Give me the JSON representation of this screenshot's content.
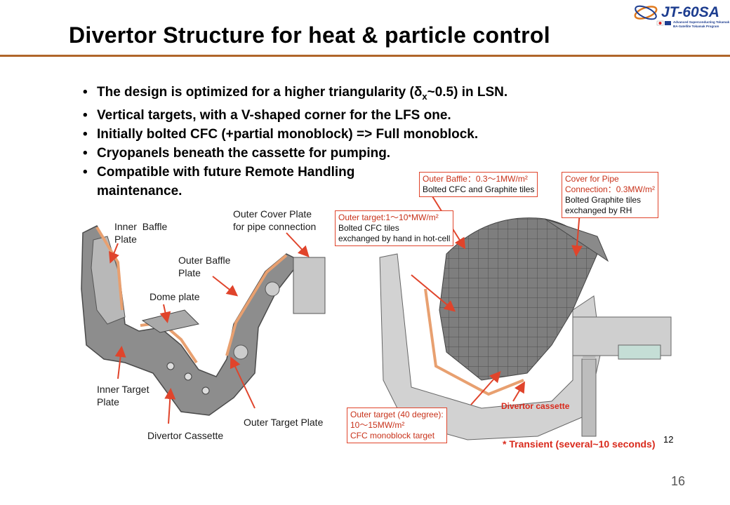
{
  "header": {
    "title": "Divertor Structure for heat & particle control",
    "logo_text": "JT-60SA",
    "logo_sub1": "Advanced Superconducting Tokamak",
    "logo_sub2": "BA-Satellite Tokamak Program"
  },
  "bullets": [
    {
      "pre": "The design is optimized for a higher triangularity (δ",
      "sub": "x",
      "post": "~0.5) in LSN."
    },
    {
      "pre": "Vertical targets, with a V-shaped corner for the LFS one.",
      "sub": "",
      "post": ""
    },
    {
      "pre": "Initially bolted CFC (+partial monoblock) => Full monoblock.",
      "sub": "",
      "post": ""
    },
    {
      "pre": "Cryopanels beneath the cassette for pumping.",
      "sub": "",
      "post": ""
    },
    {
      "pre": "Compatible with future Remote Handling",
      "sub": "",
      "post": ""
    }
  ],
  "bullet_continuation": "maintenance.",
  "left_figure": {
    "inner_baffle": "Inner  Baffle\nPlate",
    "outer_cover": "Outer Cover Plate\nfor pipe connection",
    "outer_baffle": "Outer Baffle\nPlate",
    "dome": "Dome plate",
    "inner_target": "Inner Target\nPlate",
    "divertor_cassette": "Divertor Cassette",
    "outer_target": "Outer Target Plate"
  },
  "right_figure": {
    "outer_baffle_box": {
      "line1": "Outer Baffle：0.3～1MW/m²",
      "line2": "Bolted CFC and Graphite tiles"
    },
    "cover_box": {
      "line1": "Cover for Pipe",
      "line2": "Connection：0.3MW/m²",
      "line3": "Bolted Graphite tiles",
      "line4": "exchanged by RH"
    },
    "outer_target_box": {
      "line1": "Outer target:1～10*MW/m²",
      "line2": "Bolted CFC tiles",
      "line3": "exchanged by hand in hot-cell"
    },
    "outer_target40_box": {
      "line1": "Outer target (40 degree):",
      "line2": "10～15MW/m²",
      "line3": "CFC monoblock target"
    },
    "cassette_label": "Divertor cassette"
  },
  "footnote": "* Transient (several~10 seconds)",
  "inner_page_number": "12",
  "page_number": "16",
  "colors": {
    "accent_rule": "#b0662a",
    "callout_red": "#e0442b",
    "footnote_red": "#d92a1c"
  }
}
